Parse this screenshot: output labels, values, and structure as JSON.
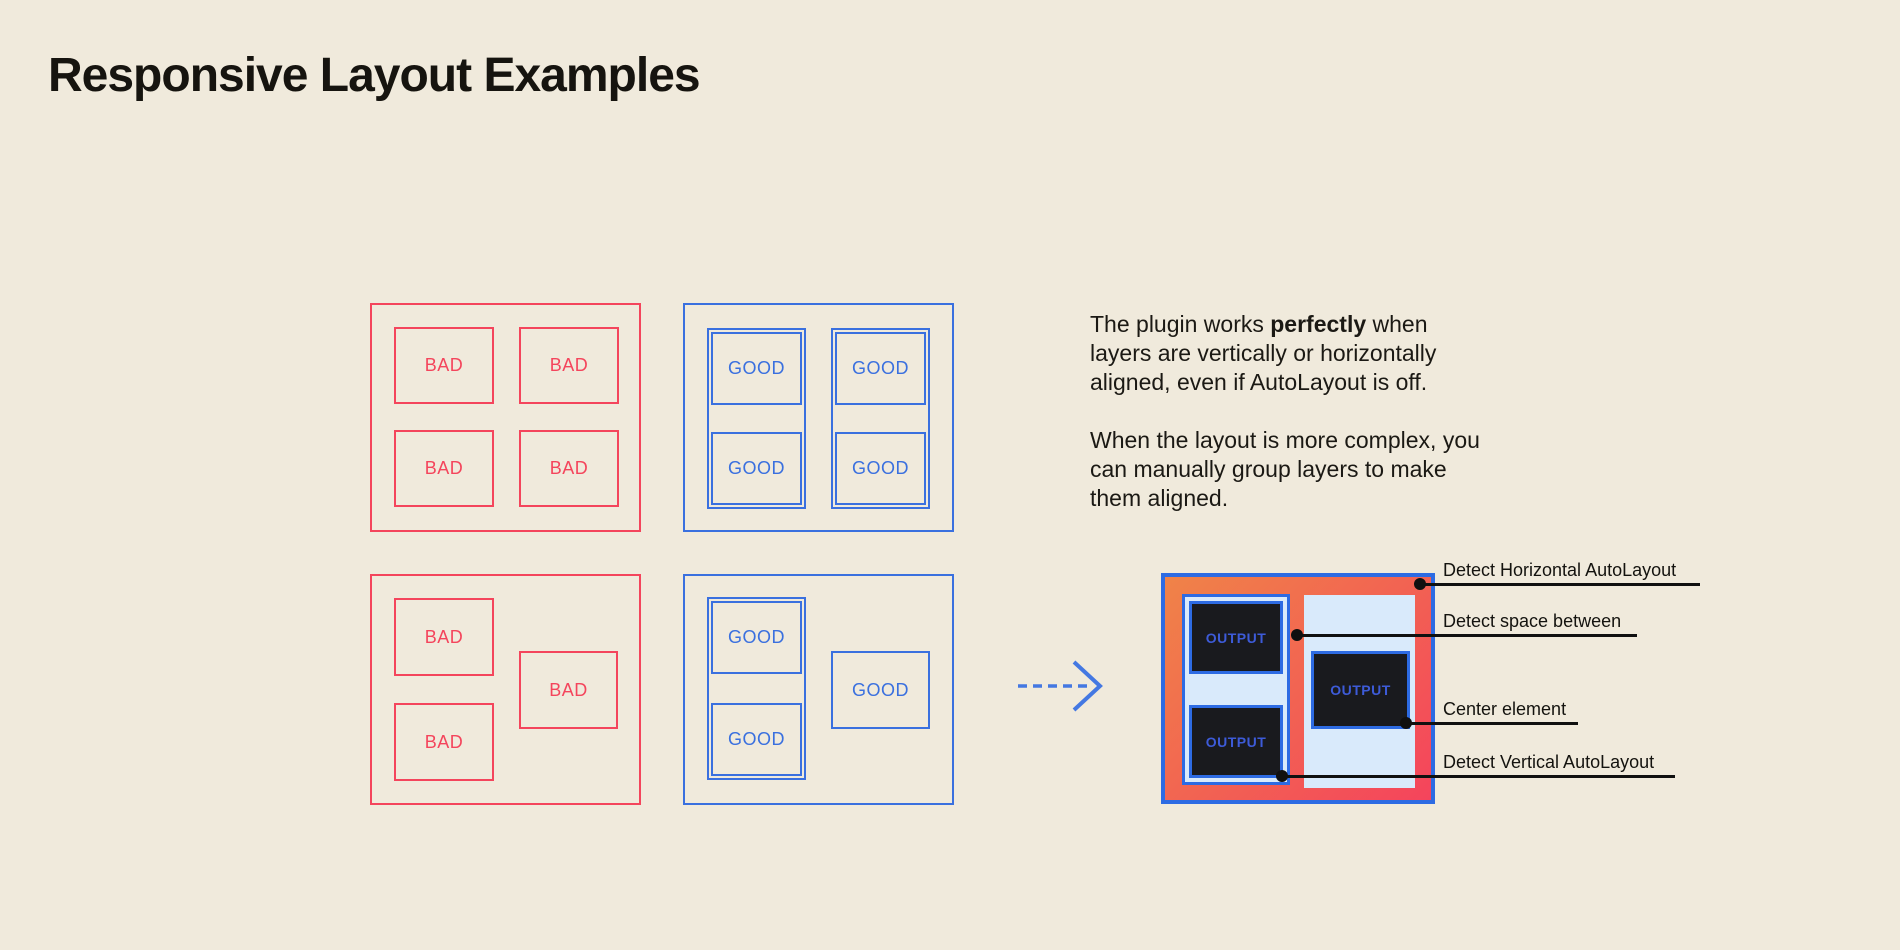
{
  "title": "Responsive Layout Examples",
  "colors": {
    "background": "#F0EADC",
    "bad_red": "#F4455C",
    "good_blue": "#3A70DF",
    "frame_blue": "#2D6BE3",
    "light_blue_fill": "#D9EAFB",
    "gradient_start_orange": "#F08348",
    "gradient_end_red": "#F4445C",
    "output_box_fill": "#191A1E",
    "output_text_blue": "#3D5BD8",
    "annotation_black": "#101010",
    "arrow_blue": "#4478E2"
  },
  "examples": {
    "bad_label": "BAD",
    "good_label": "GOOD"
  },
  "description": {
    "p1_seg_pre": "The plugin works ",
    "p1_seg_bold": "perfectly",
    "p1_seg_post": " when",
    "p1_line2": "layers are vertically or horizontally",
    "p1_line3": "aligned, even if AutoLayout is off.",
    "p2_line1": "When the layout is more complex, you",
    "p2_line2": "can manually group layers to make",
    "p2_line3": "them aligned."
  },
  "output": {
    "box_label": "OUTPUT"
  },
  "annotations": [
    {
      "label": "Detect Horizontal AutoLayout"
    },
    {
      "label": "Detect space between"
    },
    {
      "label": "Center element"
    },
    {
      "label": "Detect Vertical AutoLayout"
    }
  ]
}
